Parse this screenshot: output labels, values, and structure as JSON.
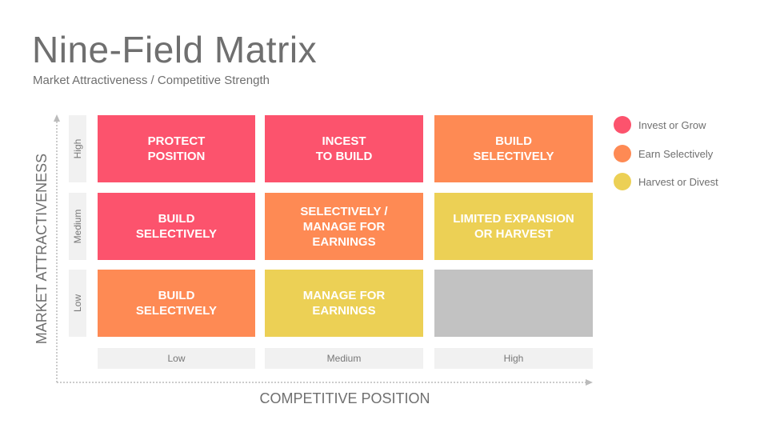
{
  "header": {
    "title": "Nine-Field Matrix",
    "subtitle": "Market Attractiveness / Competitive Strength"
  },
  "axes": {
    "y_title": "MARKET ATTRACTIVENESS",
    "x_title": "COMPETITIVE POSITION",
    "row_labels": [
      "High",
      "Medium",
      "Low"
    ],
    "col_labels": [
      "Low",
      "Medium",
      "High"
    ]
  },
  "colors": {
    "invest": "#fc536d",
    "earn": "#fe8a54",
    "harvest": "#ecd055",
    "empty": "#c2c2c2",
    "label_bg": "#f1f1f1",
    "axis": "#bbbbbb"
  },
  "matrix": [
    [
      {
        "label": "PROTECT\nPOSITION",
        "category": "invest"
      },
      {
        "label": "INCEST\nTO BUILD",
        "category": "invest"
      },
      {
        "label": "BUILD\nSELECTIVELY",
        "category": "earn"
      }
    ],
    [
      {
        "label": "BUILD\nSELECTIVELY",
        "category": "invest"
      },
      {
        "label": "SELECTIVELY /\nMANAGE FOR\nEARNINGS",
        "category": "earn"
      },
      {
        "label": "LIMITED EXPANSION\nOR HARVEST",
        "category": "harvest"
      }
    ],
    [
      {
        "label": "BUILD\nSELECTIVELY",
        "category": "earn"
      },
      {
        "label": "MANAGE FOR\nEARNINGS",
        "category": "harvest"
      },
      {
        "label": "",
        "category": "empty"
      }
    ]
  ],
  "legend": [
    {
      "label": "Invest or Grow",
      "category": "invest"
    },
    {
      "label": "Earn Selectively",
      "category": "earn"
    },
    {
      "label": "Harvest or Divest",
      "category": "harvest"
    }
  ]
}
